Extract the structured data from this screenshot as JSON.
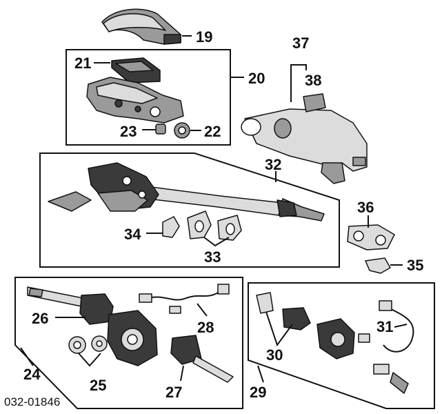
{
  "diagram": {
    "code": "032-01846",
    "labels": {
      "p19": "19",
      "p20": "20",
      "p21": "21",
      "p22": "22",
      "p23": "23",
      "p24": "24",
      "p25": "25",
      "p26": "26",
      "p27": "27",
      "p28": "28",
      "p29": "29",
      "p30": "30",
      "p31": "31",
      "p32": "32",
      "p33": "33",
      "p34": "34",
      "p35": "35",
      "p36": "36",
      "p37": "37",
      "p38": "38"
    }
  }
}
